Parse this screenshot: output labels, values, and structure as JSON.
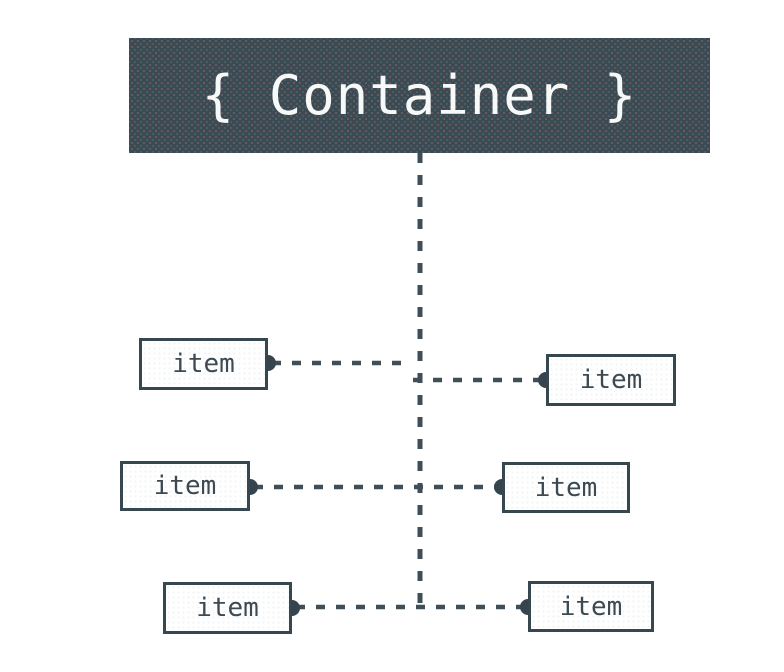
{
  "diagram": {
    "container": {
      "label": "{ Container }"
    },
    "items": [
      {
        "label": "item",
        "side": "left",
        "row": 1
      },
      {
        "label": "item",
        "side": "right",
        "row": 1
      },
      {
        "label": "item",
        "side": "left",
        "row": 2
      },
      {
        "label": "item",
        "side": "right",
        "row": 2
      },
      {
        "label": "item",
        "side": "left",
        "row": 3
      },
      {
        "label": "item",
        "side": "right",
        "row": 3
      }
    ],
    "colors": {
      "container_fill": "#3a4a52",
      "container_text": "#f7f9f9",
      "item_fill": "#ffffff",
      "item_border": "#37474f",
      "item_text": "#3d4a52",
      "connector_line": "#3f4e57",
      "connector_dot": "#36454d",
      "background": "#ffffff"
    }
  }
}
